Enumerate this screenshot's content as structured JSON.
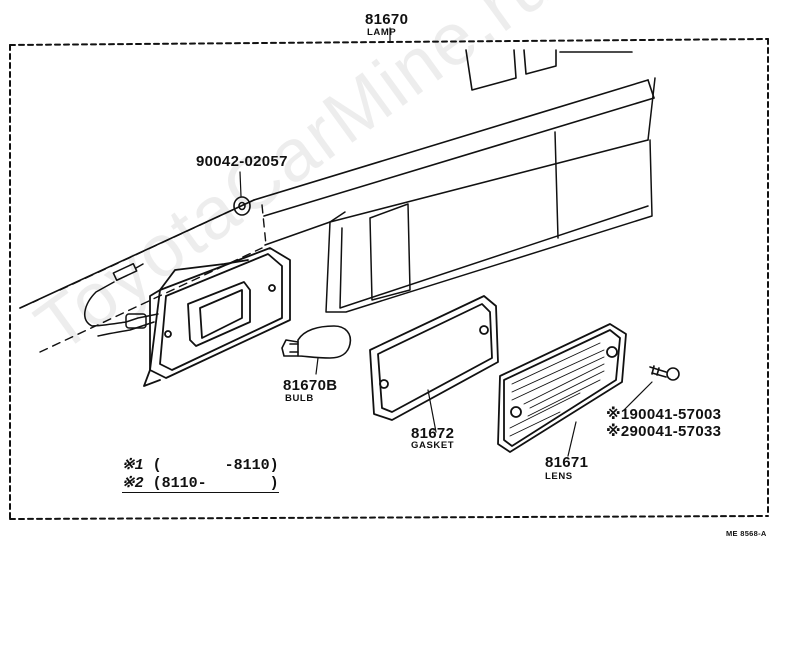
{
  "diagram": {
    "assembly": {
      "part_no": "81670",
      "name": "LAMP"
    },
    "parts": [
      {
        "part_no": "90042-02057"
      },
      {
        "part_no": "81670B",
        "name": "BULB"
      },
      {
        "part_no": "81672",
        "name": "GASKET"
      },
      {
        "part_no": "81671",
        "name": "LENS"
      },
      {
        "part_no": "90041-57003",
        "mark": "※1"
      },
      {
        "part_no": "90041-57033",
        "mark": "※2"
      }
    ],
    "notes": [
      {
        "mark": "※1",
        "range": "(       -8110)"
      },
      {
        "mark": "※2",
        "range": "(8110-       )"
      }
    ],
    "drawing_code": "ME 8568-A",
    "watermark": "ToyotaCarMine.ru"
  }
}
